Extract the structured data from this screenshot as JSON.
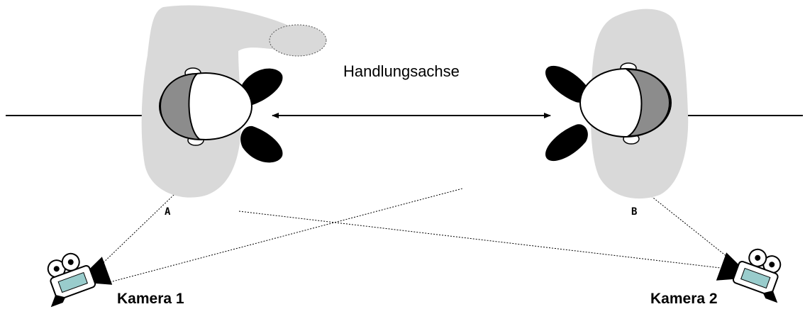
{
  "diagram": {
    "axis_label": "Handlungsachse",
    "person_a": {
      "label": "A"
    },
    "person_b": {
      "label": "B"
    },
    "camera_1": {
      "label": "Kamera 1"
    },
    "camera_2": {
      "label": "Kamera 2"
    }
  },
  "colors": {
    "body": "#d9d9d9",
    "hair": "#8c8c8c",
    "shoe": "#000000",
    "camera_screen": "#99cccc",
    "line": "#000000"
  }
}
